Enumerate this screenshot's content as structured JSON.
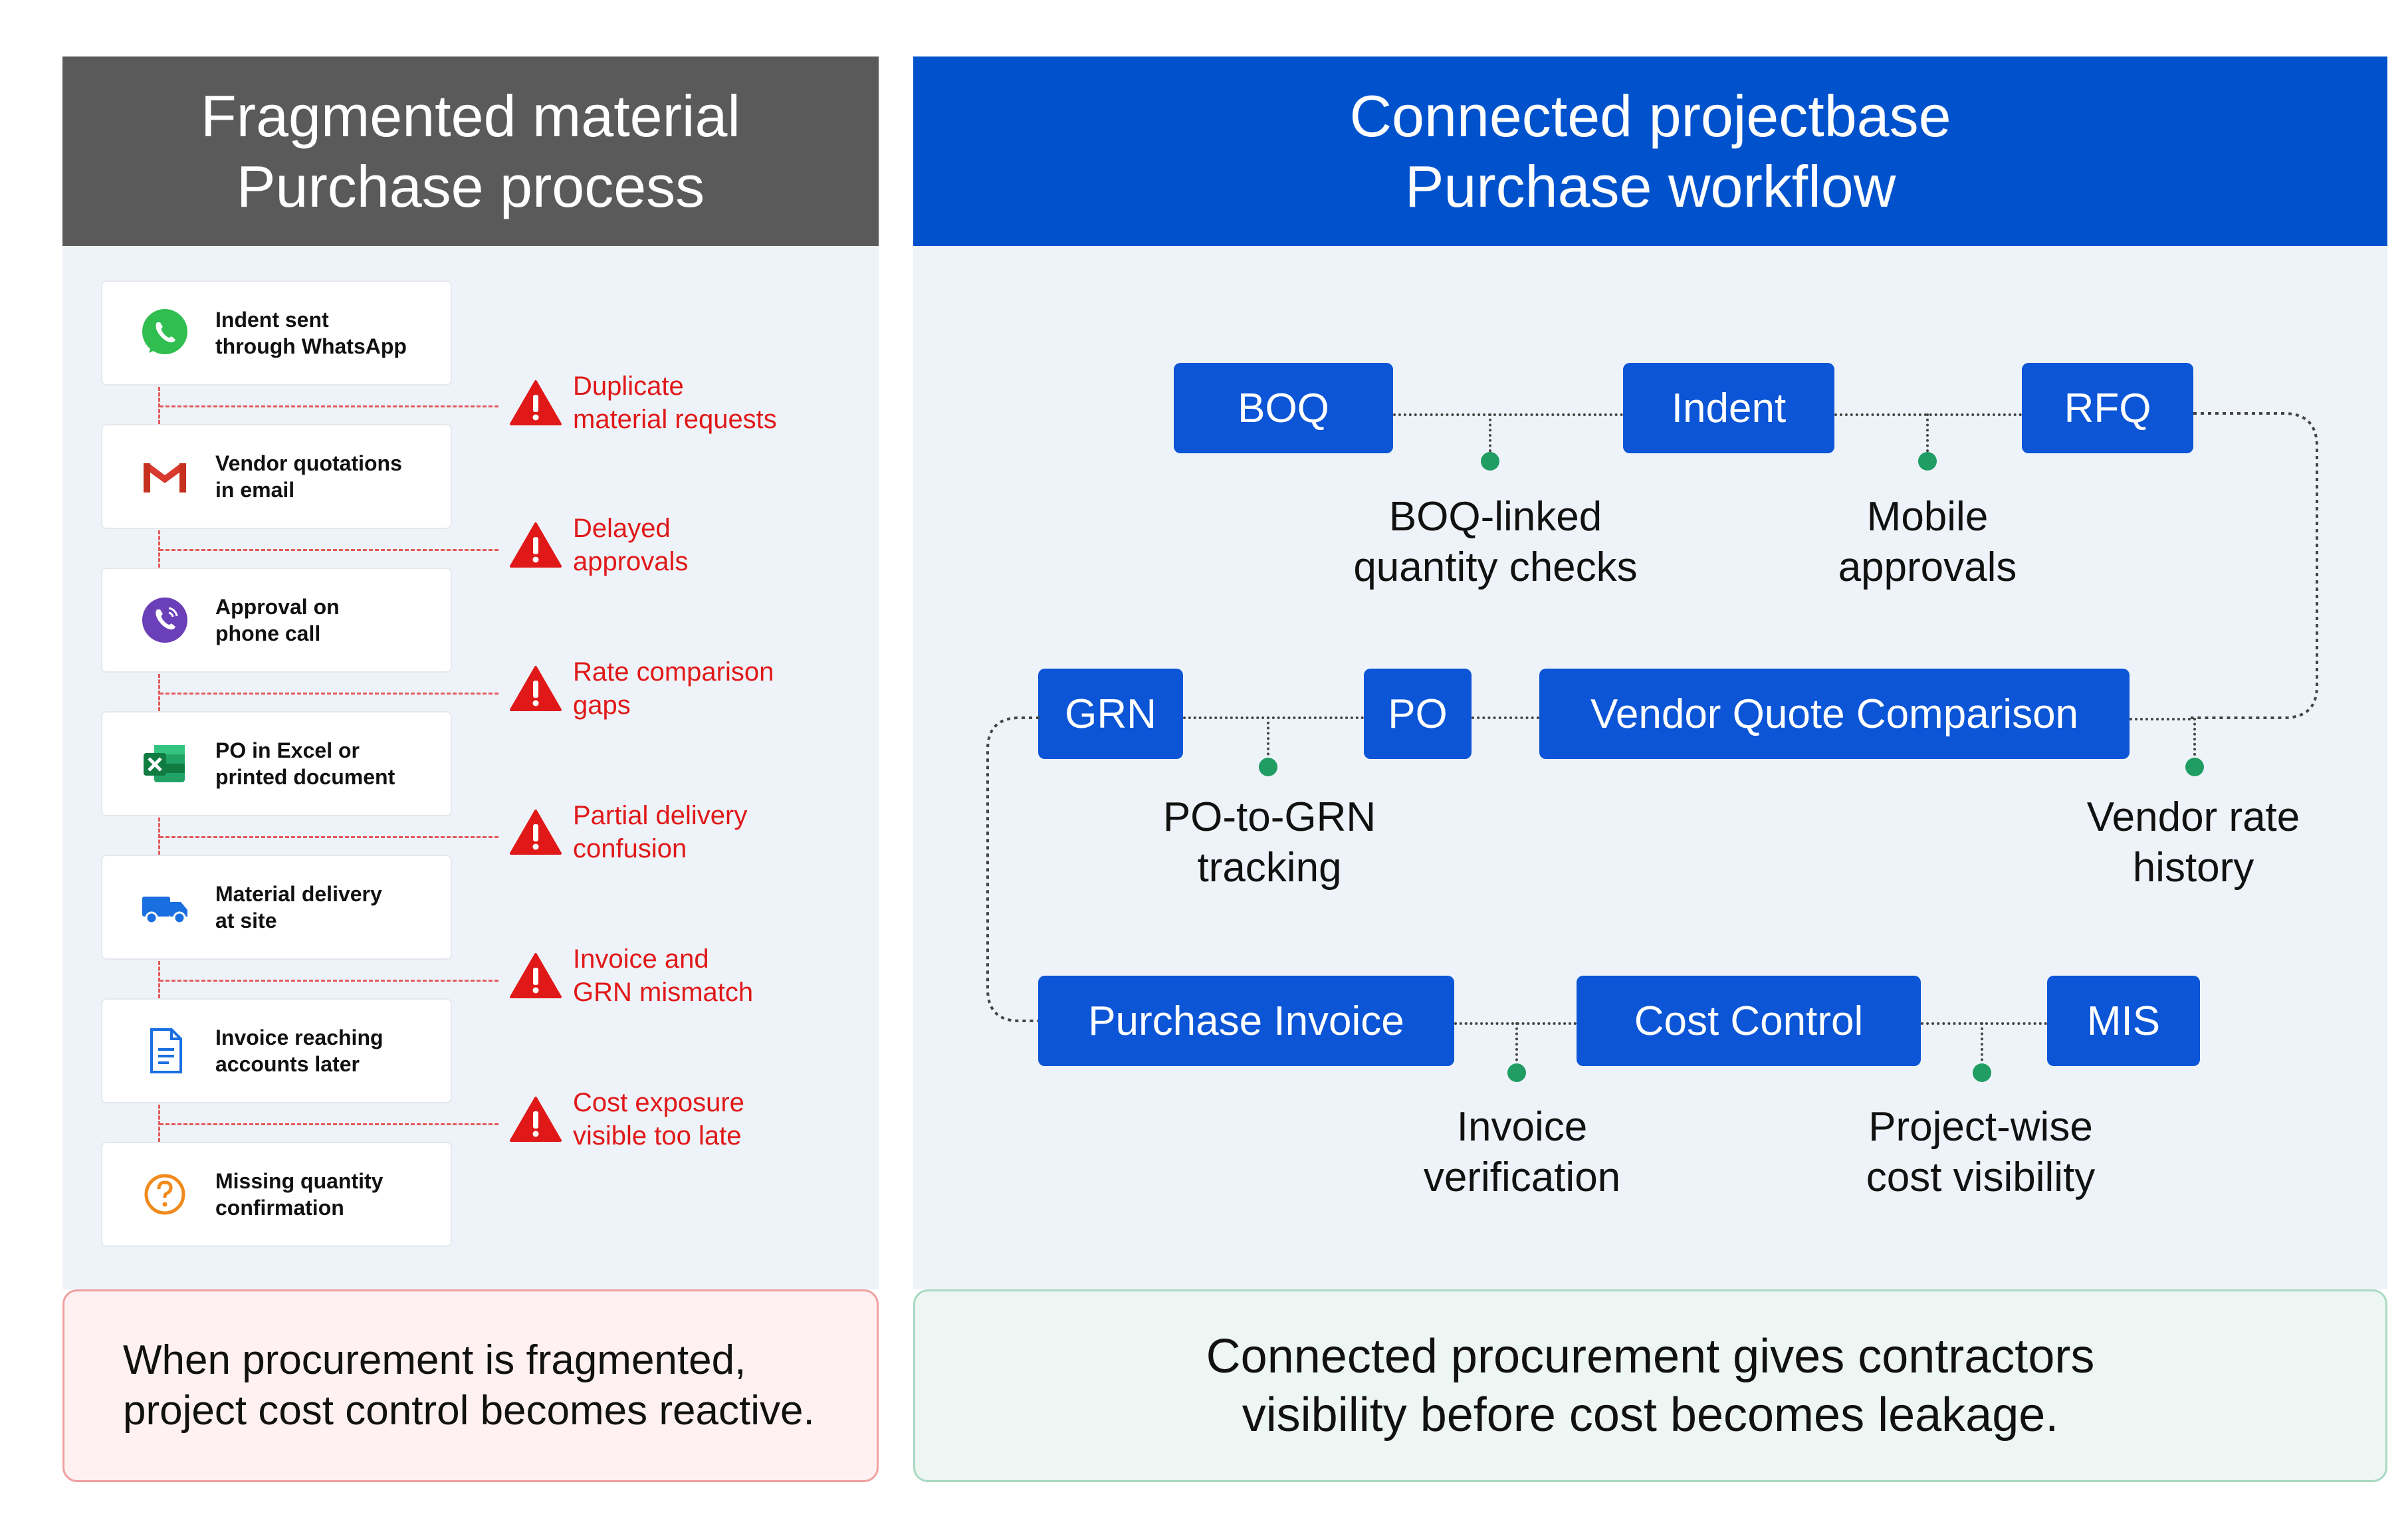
{
  "left": {
    "title": "Fragmented material\nPurchase process",
    "steps": [
      {
        "icon": "whatsapp-icon",
        "text": "Indent sent\nthrough WhatsApp"
      },
      {
        "icon": "gmail-icon",
        "text": "Vendor quotations\nin email"
      },
      {
        "icon": "viber-phone-icon",
        "text": "Approval on\nphone call"
      },
      {
        "icon": "excel-icon",
        "text": "PO in Excel or\nprinted document"
      },
      {
        "icon": "delivery-truck-icon",
        "text": "Material delivery\nat site"
      },
      {
        "icon": "document-icon",
        "text": "Invoice reaching\naccounts later"
      },
      {
        "icon": "question-icon",
        "text": "Missing quantity\nconfirmation"
      }
    ],
    "issues": [
      "Duplicate\nmaterial requests",
      "Delayed\napprovals",
      "Rate comparison\ngaps",
      "Partial delivery\nconfusion",
      "Invoice and\nGRN mismatch",
      "Cost exposure\nvisible too late"
    ],
    "footer": "When procurement is fragmented,\nproject cost control becomes reactive."
  },
  "right": {
    "title": "Connected projectbase\nPurchase workflow",
    "nodes": {
      "boq": "BOQ",
      "indent": "Indent",
      "rfq": "RFQ",
      "grn": "GRN",
      "po": "PO",
      "vqc": "Vendor Quote Comparison",
      "pi": "Purchase Invoice",
      "cc": "Cost Control",
      "mis": "MIS"
    },
    "notes": {
      "boq_indent": "BOQ-linked\nquantity checks",
      "indent_rfq": "Mobile\napprovals",
      "grn_po": "PO-to-GRN\ntracking",
      "vqc_rfq": "Vendor rate\nhistory",
      "pi_cc": "Invoice\nverification",
      "cc_mis": "Project-wise\ncost visibility"
    },
    "footer": "Connected procurement gives contractors\nvisibility before cost becomes leakage."
  },
  "colors": {
    "left_header": "#5a5a5a",
    "right_header": "#0052cc",
    "node": "#0b55d6",
    "issue_red": "#e01818",
    "dot_green": "#1f9d63"
  }
}
